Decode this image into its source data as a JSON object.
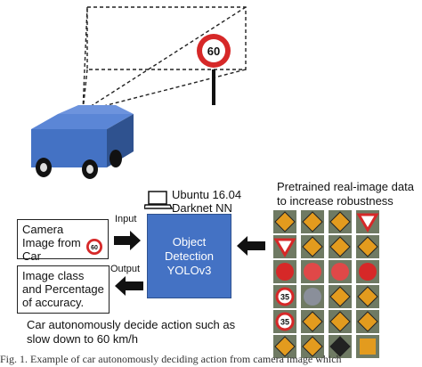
{
  "scene": {
    "sign_speed_limit": "60",
    "colors": {
      "car": "#4472c4",
      "car_dark": "#2f528f",
      "sign_ring": "#d62828",
      "pole": "#111111"
    }
  },
  "labels": {
    "camera_box": "Camera Image from Car",
    "camera_box_sign": "60",
    "output_box": "Image class and Percentage of accuracy.",
    "input_arrow": "Input",
    "output_arrow": "Output",
    "system_line1": "Ubuntu 16.04",
    "system_line2": "Darknet NN",
    "detector_line1": "Object",
    "detector_line2": "Detection",
    "detector_line3": "YOLOv3",
    "pretrained_line1": "Pretrained real-image data",
    "pretrained_line2": "to increase robustness",
    "action_line1": "Car autonomously decide action such as",
    "action_line2": "slow down to 60 km/h",
    "caption": "Fig. 1.   Example of car autonomously deciding action from camera image which"
  },
  "grid_signs": [
    {
      "kind": "diamond",
      "fill": "#e39b1e"
    },
    {
      "kind": "diamond",
      "fill": "#e39b1e"
    },
    {
      "kind": "diamond",
      "fill": "#e39b1e"
    },
    {
      "kind": "triangle-down",
      "fill": "#ffffff",
      "stroke": "#d62828"
    },
    {
      "kind": "triangle-down",
      "fill": "#ffffff",
      "stroke": "#d62828"
    },
    {
      "kind": "diamond",
      "fill": "#e39b1e"
    },
    {
      "kind": "diamond",
      "fill": "#e39b1e"
    },
    {
      "kind": "diamond",
      "fill": "#e39b1e"
    },
    {
      "kind": "circle",
      "fill": "#d62828"
    },
    {
      "kind": "circle",
      "fill": "#e04848"
    },
    {
      "kind": "circle",
      "fill": "#e04848"
    },
    {
      "kind": "circle",
      "fill": "#d62828"
    },
    {
      "kind": "ring",
      "fill": "#ffffff",
      "stroke": "#d62828",
      "text": "35"
    },
    {
      "kind": "circle",
      "fill": "#8a8f9a"
    },
    {
      "kind": "diamond",
      "fill": "#e39b1e"
    },
    {
      "kind": "diamond",
      "fill": "#e39b1e"
    },
    {
      "kind": "ring",
      "fill": "#ffffff",
      "stroke": "#d62828",
      "text": "35"
    },
    {
      "kind": "diamond",
      "fill": "#e39b1e"
    },
    {
      "kind": "diamond",
      "fill": "#e39b1e"
    },
    {
      "kind": "diamond",
      "fill": "#e39b1e"
    },
    {
      "kind": "diamond",
      "fill": "#e39b1e"
    },
    {
      "kind": "diamond",
      "fill": "#e39b1e"
    },
    {
      "kind": "diamond",
      "fill": "#222222"
    },
    {
      "kind": "square",
      "fill": "#e39b1e"
    }
  ]
}
